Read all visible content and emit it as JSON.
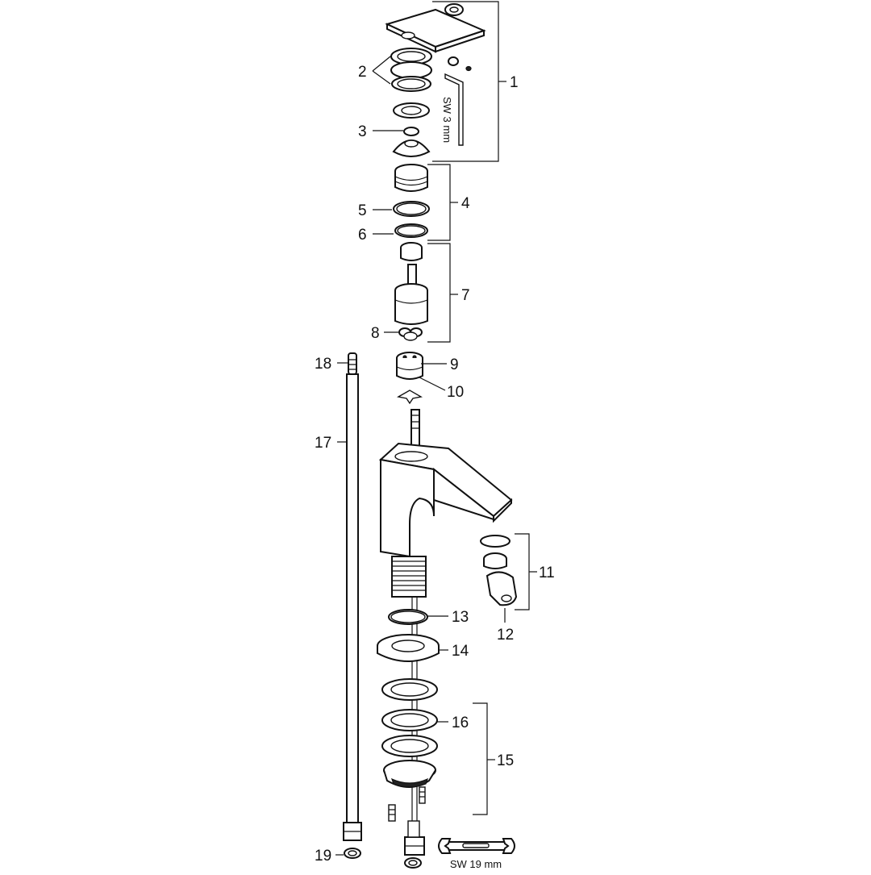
{
  "diagram": {
    "callouts": [
      "1",
      "2",
      "3",
      "4",
      "5",
      "6",
      "7",
      "8",
      "9",
      "10",
      "11",
      "12",
      "13",
      "14",
      "15",
      "16",
      "17",
      "18",
      "19"
    ],
    "tool_labels": {
      "hex_key": "SW 3 mm",
      "wrench": "SW 19 mm"
    }
  }
}
